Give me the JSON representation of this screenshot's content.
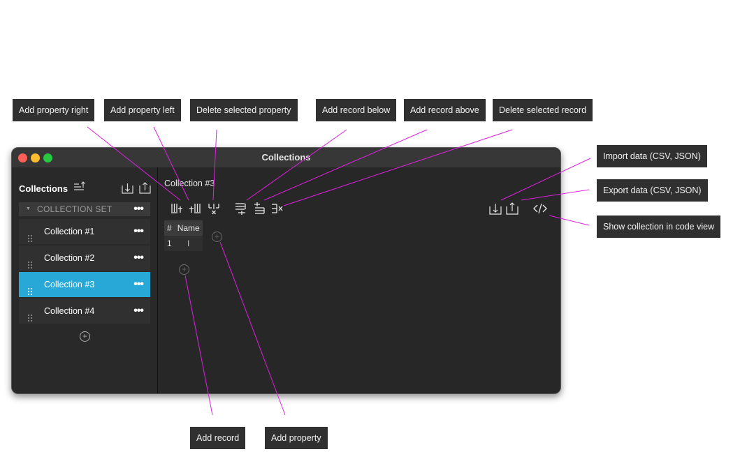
{
  "window": {
    "title": "Collections"
  },
  "sidebar": {
    "title": "Collections",
    "set_label": "COLLECTION SET",
    "items": [
      {
        "label": "Collection #1",
        "active": false
      },
      {
        "label": "Collection #2",
        "active": false
      },
      {
        "label": "Collection #3",
        "active": true
      },
      {
        "label": "Collection #4",
        "active": false
      }
    ]
  },
  "main": {
    "title": "Collection #3",
    "table": {
      "col_index": "#",
      "col_name": "Name",
      "row_index": "1",
      "row_value": "I"
    }
  },
  "callouts": {
    "add_property_right": "Add property right",
    "add_property_left": "Add property left",
    "delete_selected_property": "Delete selected property",
    "add_record_below": "Add record below",
    "add_record_above": "Add record above",
    "delete_selected_record": "Delete selected record",
    "import_data": "Import data (CSV, JSON)",
    "export_data": "Export data (CSV, JSON)",
    "show_code_view": "Show collection in code view",
    "add_record": "Add record",
    "add_property": "Add property"
  },
  "colors": {
    "accent": "#28a8d6",
    "callout_line": "#e020e0",
    "callout_bg": "#303030"
  }
}
